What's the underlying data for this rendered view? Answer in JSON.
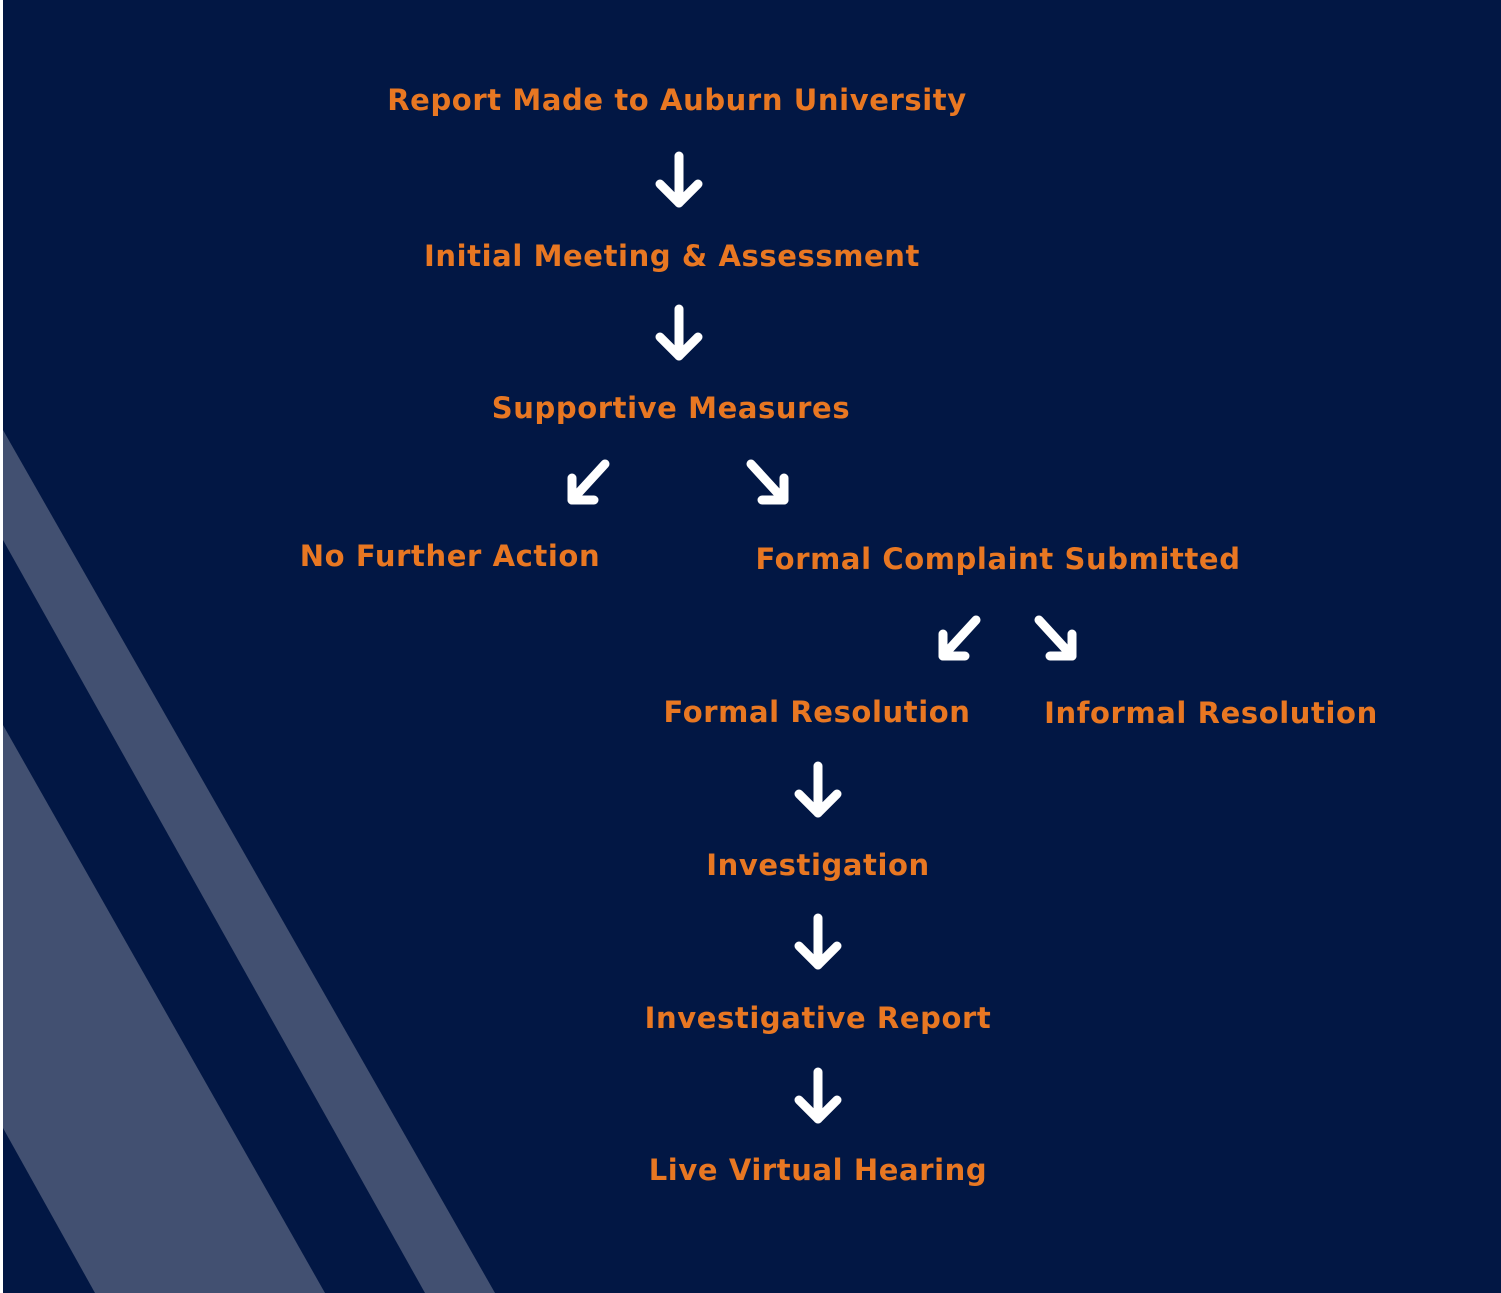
{
  "theme": {
    "background": "#021744",
    "stripe": "#425071",
    "text": "#e87722",
    "arrow": "#ffffff"
  },
  "steps": {
    "report": "Report Made to Auburn University",
    "initial": "Initial Meeting & Assessment",
    "supportive": "Supportive Measures",
    "no_action": "No Further Action",
    "formal_complaint": "Formal Complaint Submitted",
    "formal_resolution": "Formal Resolution",
    "informal_resolution": "Informal Resolution",
    "investigation": "Investigation",
    "investigative_report": "Investigative Report",
    "hearing": "Live Virtual Hearing"
  },
  "connectors": [
    {
      "from": "report",
      "to": "initial",
      "icon": "arrow-down-icon"
    },
    {
      "from": "initial",
      "to": "supportive",
      "icon": "arrow-down-icon"
    },
    {
      "from": "supportive",
      "to": "no_action",
      "icon": "arrow-down-left-icon"
    },
    {
      "from": "supportive",
      "to": "formal_complaint",
      "icon": "arrow-down-right-icon"
    },
    {
      "from": "formal_complaint",
      "to": "formal_resolution",
      "icon": "arrow-down-left-icon"
    },
    {
      "from": "formal_complaint",
      "to": "informal_resolution",
      "icon": "arrow-down-right-icon"
    },
    {
      "from": "formal_resolution",
      "to": "investigation",
      "icon": "arrow-down-icon"
    },
    {
      "from": "investigation",
      "to": "investigative_report",
      "icon": "arrow-down-icon"
    },
    {
      "from": "investigative_report",
      "to": "hearing",
      "icon": "arrow-down-icon"
    }
  ]
}
